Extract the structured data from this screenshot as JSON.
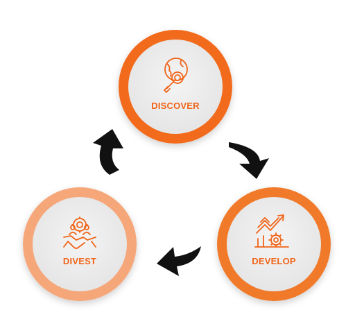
{
  "diagram": {
    "type": "cycle",
    "colors": {
      "discover_ring": "#f26a1b",
      "develop_ring": "#f07a2a",
      "divest_ring": "#f6a77a",
      "inner_fill": "#eeeeee",
      "label": "#f06418",
      "arrow": "#111111"
    },
    "nodes": [
      {
        "label": "DISCOVER",
        "icon": "globe-magnifier-icon"
      },
      {
        "label": "DEVELOP",
        "icon": "growth-chart-gear-icon"
      },
      {
        "label": "DIVEST",
        "icon": "handshake-people-gear-icon"
      }
    ],
    "arrows": [
      {
        "from": "DISCOVER",
        "to": "DEVELOP"
      },
      {
        "from": "DEVELOP",
        "to": "DIVEST"
      },
      {
        "from": "DIVEST",
        "to": "DISCOVER"
      }
    ]
  }
}
